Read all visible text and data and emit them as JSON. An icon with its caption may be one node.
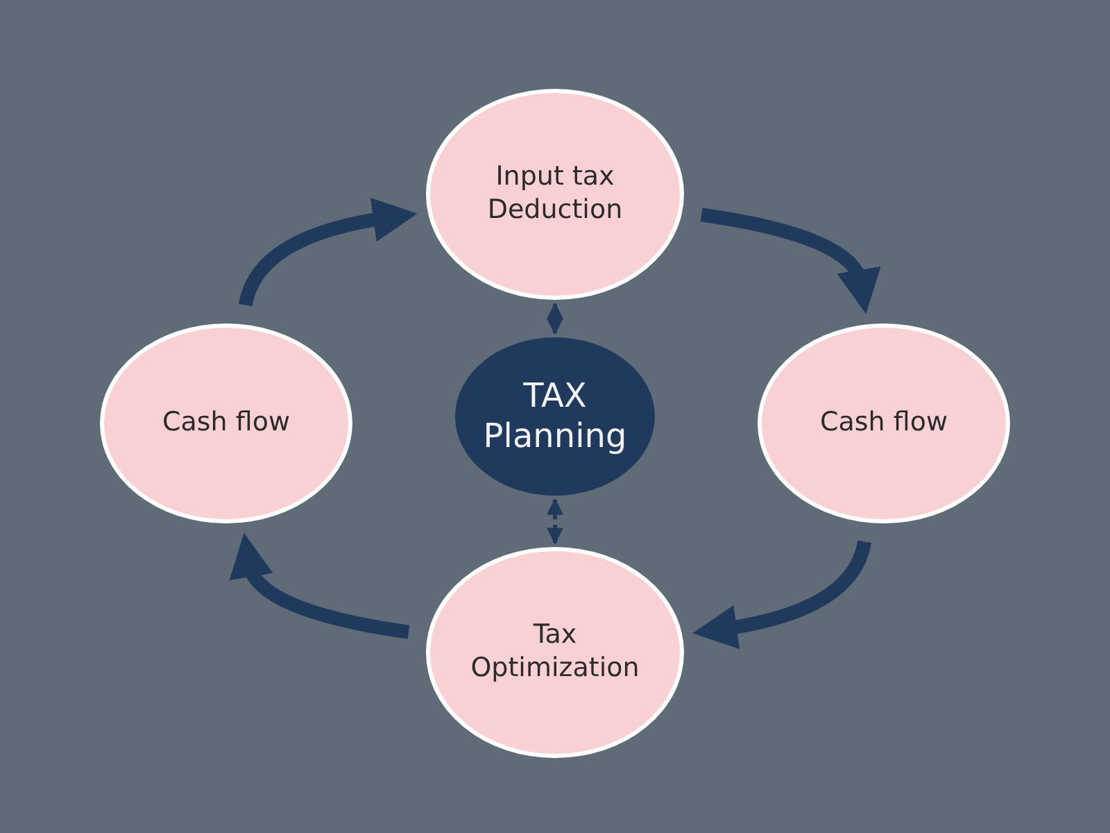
{
  "diagram": {
    "nodes": [
      {
        "text": [
          "Input tax Deduction"
        ]
      },
      {
        "text": [
          "Cash flow"
        ]
      },
      {
        "text": [
          "Tax Optimization"
        ]
      },
      {
        "text": [
          "Cash flow"
        ]
      },
      {
        "text": [
          "TAX Planning"
        ]
      }
    ],
    "edges": [
      {
        "from": 3,
        "to": 0,
        "arrow": "to"
      },
      {
        "from": 0,
        "to": 1,
        "arrow": "to"
      },
      {
        "from": 1,
        "to": 2,
        "arrow": "to"
      },
      {
        "from": 2,
        "to": 3,
        "arrow": "to"
      },
      {
        "from": 0,
        "to": 4,
        "arrow": "both",
        "style": "dashed"
      },
      {
        "from": 4,
        "to": 2,
        "arrow": "both",
        "style": "dashed"
      }
    ]
  }
}
